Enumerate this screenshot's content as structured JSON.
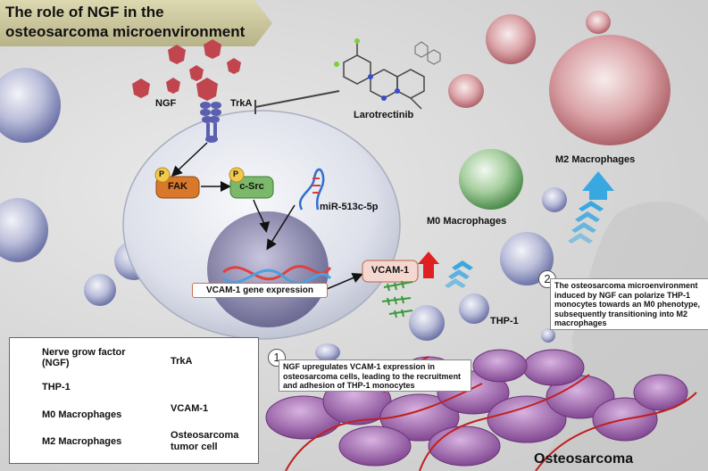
{
  "title": {
    "line1": "The role of NGF in the",
    "line2": "osteosarcoma microenvironment"
  },
  "labels": {
    "ngf": "NGF",
    "trka": "TrkA",
    "larotrectinib": "Larotrectinib",
    "fak": "FAK",
    "csrc": "c-Src",
    "p": "P",
    "mirna": "miR-513c-5p",
    "gene_expression": "VCAM-1 gene expression",
    "vcam1": "VCAM-1",
    "m0": "M0 Macrophages",
    "m2": "M2 Macrophages",
    "thp1": "THP-1",
    "osteosarcoma": "Osteosarcoma"
  },
  "notes": [
    {
      "number": "1",
      "text": "NGF upregulates VCAM-1 expression in osteosarcoma cells, leading to the recruitment and adhesion of THP-1 monocytes"
    },
    {
      "number": "2",
      "text": "The osteosarcoma microenvironment induced by NGF can polarize THP-1 monocytes towards an M0 phenotype, subsequently transitioning into M2 macrophages"
    }
  ],
  "legend": [
    {
      "label_line1": "Nerve grow factor",
      "label_line2": "(NGF)",
      "icon": "ngf-icon"
    },
    {
      "label_line1": "THP-1",
      "icon": "thp1-icon"
    },
    {
      "label_line1": "M0 Macrophages",
      "icon": "m0-macrophage-icon"
    },
    {
      "label_line1": "M2 Macrophages",
      "icon": "m2-macrophage-icon"
    },
    {
      "label_line1": "TrkA",
      "icon": "trka-icon"
    },
    {
      "label_line1": "VCAM-1",
      "icon": "vcam1-icon"
    },
    {
      "label_line1": "Osteosarcoma",
      "label_line2": "tumor cell",
      "icon": "osteosarcoma-cell-icon"
    }
  ],
  "colors": {
    "title_banner": "#c9c59a",
    "ngf": "#c0454f",
    "thp1": "#7d83b8",
    "m0": "#6fa66f",
    "m2": "#c9858a",
    "trka": "#5a5fb0",
    "vcam1": "#3a9a3a",
    "fak": "#d9782a",
    "csrc": "#7bb86a",
    "tumor": "#9a5fa8",
    "arrow_blue": "#3aa8e0",
    "arrow_red": "#e02020"
  }
}
